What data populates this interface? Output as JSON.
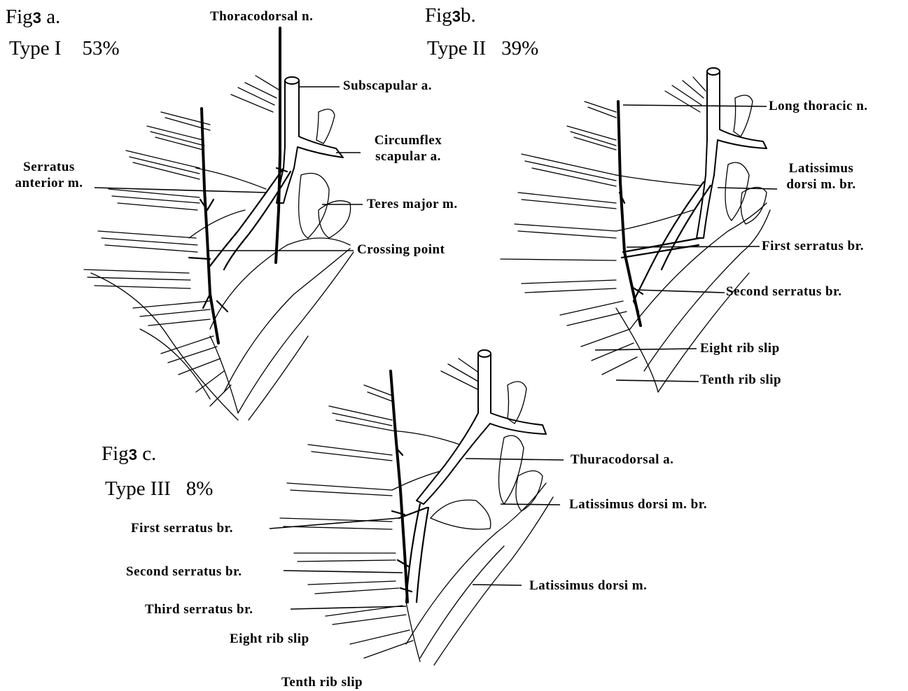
{
  "fig_a": {
    "title_prefix": "Fig",
    "title_num": "3",
    "title_suffix": "a.",
    "type_label": "Type I",
    "percent": "53%",
    "labels": {
      "thoracodorsal_n": "Thoracodorsal n.",
      "subscapular_a": "Subscapular a.",
      "circumflex_1": "Circumflex",
      "circumflex_2": "scapular a.",
      "serratus_1": "Serratus",
      "serratus_2": "anterior m.",
      "teres_major": "Teres major m.",
      "crossing_point": "Crossing point"
    }
  },
  "fig_b": {
    "title_prefix": "Fig",
    "title_num": "3",
    "title_suffix": "b.",
    "type_label": "Type II",
    "percent": "39%",
    "labels": {
      "long_thoracic": "Long thoracic n.",
      "latissimus_1": "Latissimus",
      "latissimus_2": "dorsi m. br.",
      "first_serratus": "First serratus br.",
      "second_serratus": "Second serratus br.",
      "eight_rib": "Eight rib slip",
      "tenth_rib": "Tenth rib slip"
    }
  },
  "fig_c": {
    "title_prefix": "Fig",
    "title_num": "3",
    "title_suffix": "c.",
    "type_label": "Type III",
    "percent": "8%",
    "labels": {
      "thoracodorsal_a": "Thuracodorsal a.",
      "latissimus_br": "Latissimus dorsi m. br.",
      "latissimus_m": "Latissimus dorsi m.",
      "first_serratus": "First serratus br.",
      "second_serratus": "Second serratus br.",
      "third_serratus": "Third serratus br.",
      "eight_rib": "Eight rib slip",
      "tenth_rib": "Tenth rib slip"
    }
  }
}
